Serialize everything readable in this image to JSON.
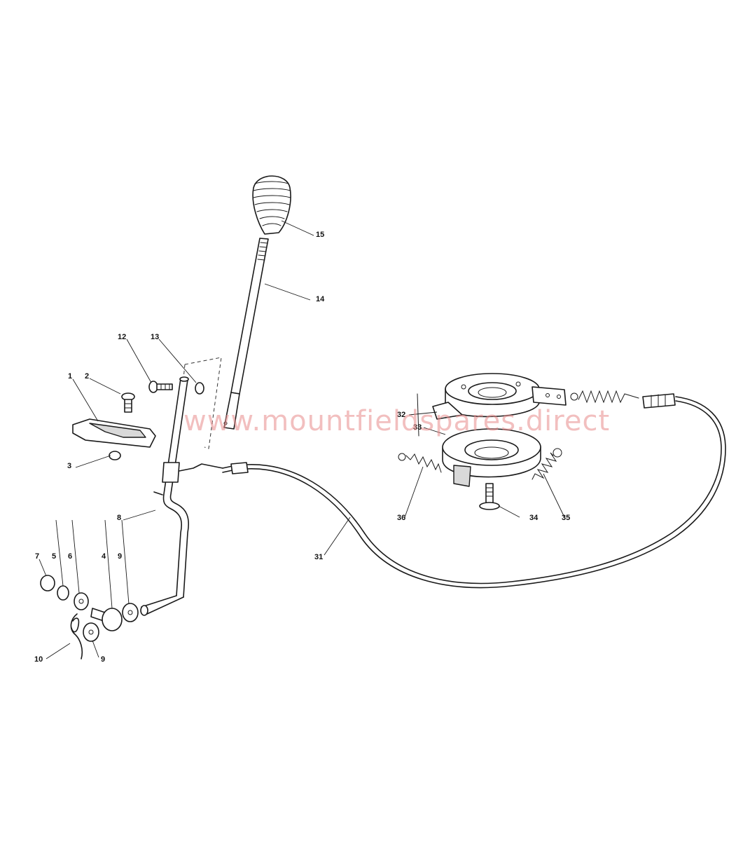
{
  "watermark": "www.mountfieldspares.direct",
  "callouts": {
    "c1": "1",
    "c2": "2",
    "c3": "3",
    "c4": "4",
    "c5": "5",
    "c6": "6",
    "c7": "7",
    "c8": "8",
    "c9a": "9",
    "c9b": "9",
    "c10": "10",
    "c12": "12",
    "c13": "13",
    "c14": "14",
    "c15": "15",
    "c31": "31",
    "c32": "32",
    "c33": "33",
    "c34": "34",
    "c35": "35",
    "c36": "36"
  },
  "colors": {
    "line": "#1a1a1a",
    "watermark": "#e88a8a",
    "background": "#ffffff"
  }
}
